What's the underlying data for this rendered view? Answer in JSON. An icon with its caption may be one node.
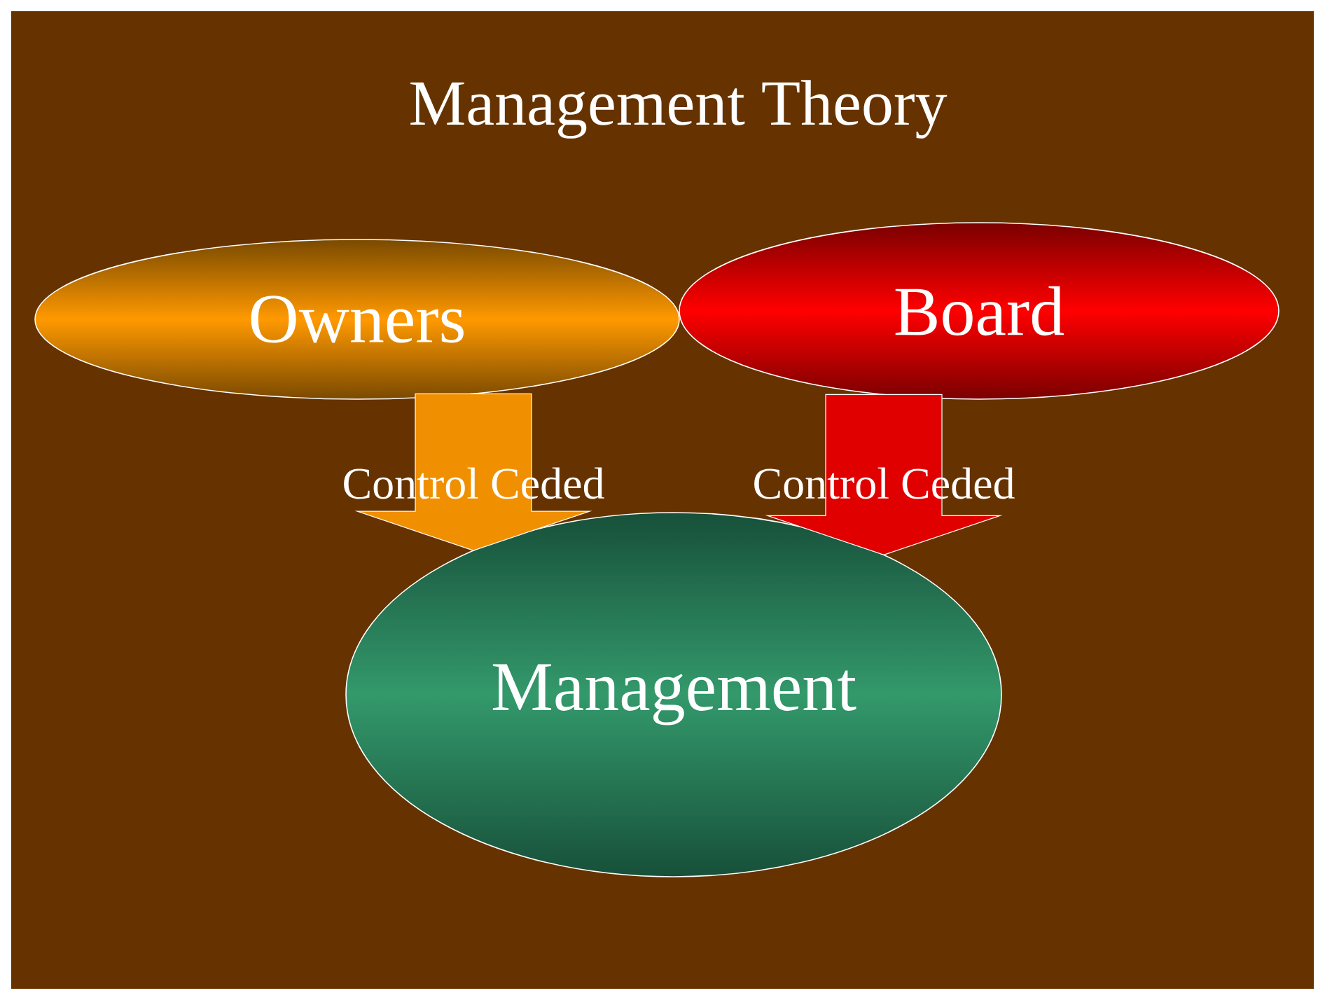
{
  "diagram": {
    "title": "Management Theory",
    "nodes": [
      {
        "text": [
          "Owners"
        ]
      },
      {
        "text": [
          "Board"
        ]
      },
      {
        "text": [
          "Management"
        ]
      }
    ],
    "edges": [
      {
        "from": 0,
        "to": 2,
        "arrow": "to",
        "label": "Control Ceded",
        "color": "#f09000"
      },
      {
        "from": 1,
        "to": 2,
        "arrow": "to",
        "label": "Control Ceded",
        "color": "#e00000"
      }
    ]
  }
}
